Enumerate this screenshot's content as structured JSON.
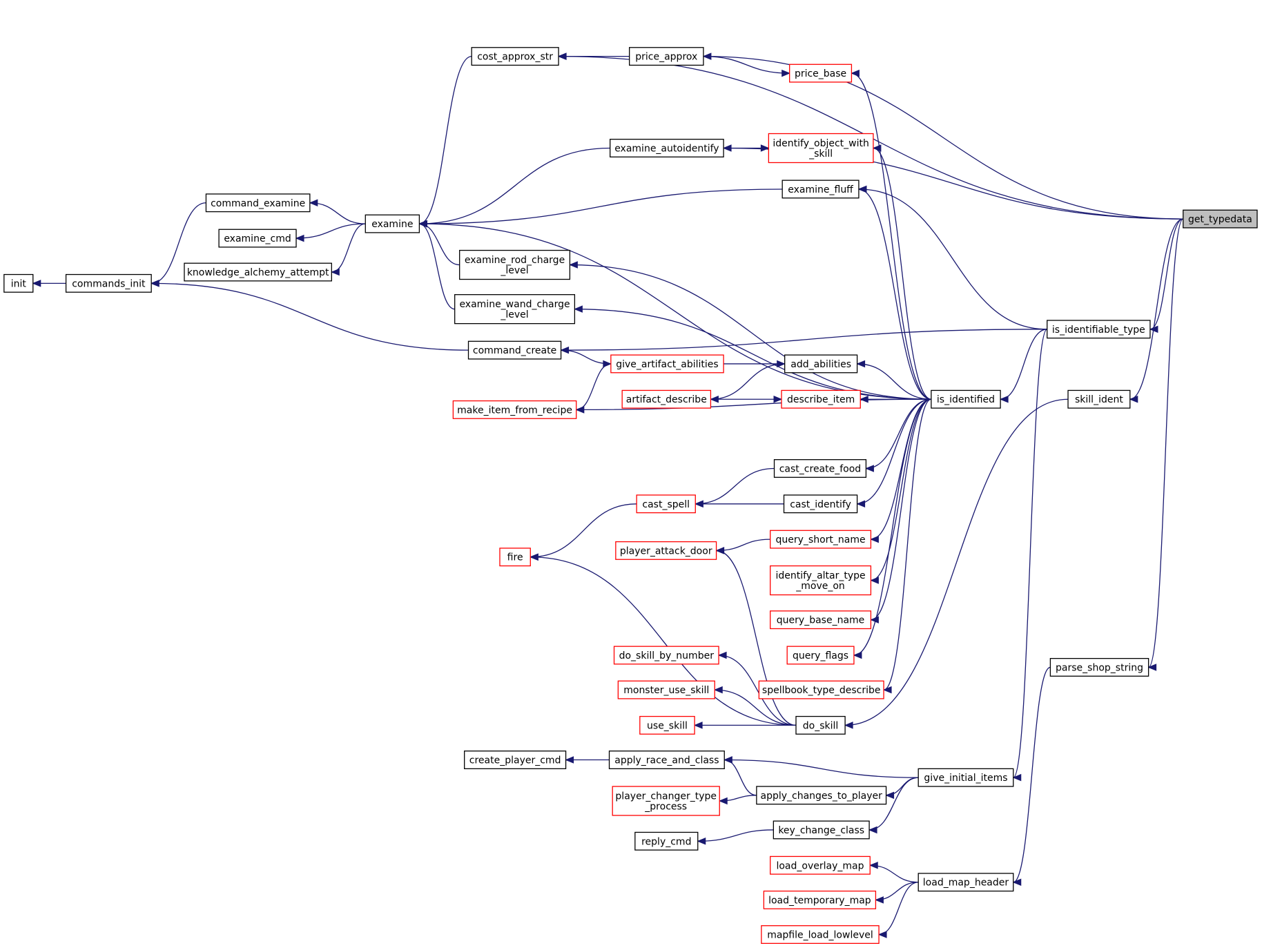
{
  "diagram": {
    "edge_color": "#191970",
    "nodes": [
      {
        "id": "get_typedata",
        "lines": [
          "get_typedata"
        ],
        "style": "highlight"
      },
      {
        "id": "cost_approx_str",
        "lines": [
          "cost_approx_str"
        ],
        "style": "black"
      },
      {
        "id": "price_approx",
        "lines": [
          "price_approx"
        ],
        "style": "black"
      },
      {
        "id": "price_base",
        "lines": [
          "price_base"
        ],
        "style": "red"
      },
      {
        "id": "examine_autoidentify",
        "lines": [
          "examine_autoidentify"
        ],
        "style": "black"
      },
      {
        "id": "identify_object_with_skill",
        "lines": [
          "identify_object_with",
          "_skill"
        ],
        "style": "red"
      },
      {
        "id": "command_examine",
        "lines": [
          "command_examine"
        ],
        "style": "black"
      },
      {
        "id": "examine_fluff",
        "lines": [
          "examine_fluff"
        ],
        "style": "black"
      },
      {
        "id": "examine",
        "lines": [
          "examine"
        ],
        "style": "black"
      },
      {
        "id": "examine_cmd",
        "lines": [
          "examine_cmd"
        ],
        "style": "black"
      },
      {
        "id": "knowledge_alchemy_attempt",
        "lines": [
          "knowledge_alchemy_attempt"
        ],
        "style": "black"
      },
      {
        "id": "init",
        "lines": [
          "init"
        ],
        "style": "black"
      },
      {
        "id": "commands_init",
        "lines": [
          "commands_init"
        ],
        "style": "black"
      },
      {
        "id": "examine_rod_charge_level",
        "lines": [
          "examine_rod_charge",
          "_level"
        ],
        "style": "black"
      },
      {
        "id": "examine_wand_charge_level",
        "lines": [
          "examine_wand_charge",
          "_level"
        ],
        "style": "black"
      },
      {
        "id": "is_identifiable_type",
        "lines": [
          "is_identifiable_type"
        ],
        "style": "black"
      },
      {
        "id": "command_create",
        "lines": [
          "command_create"
        ],
        "style": "black"
      },
      {
        "id": "give_artifact_abilities",
        "lines": [
          "give_artifact_abilities"
        ],
        "style": "red"
      },
      {
        "id": "add_abilities",
        "lines": [
          "add_abilities"
        ],
        "style": "black"
      },
      {
        "id": "skill_ident",
        "lines": [
          "skill_ident"
        ],
        "style": "black"
      },
      {
        "id": "artifact_describe",
        "lines": [
          "artifact_describe"
        ],
        "style": "red"
      },
      {
        "id": "describe_item",
        "lines": [
          "describe_item"
        ],
        "style": "red"
      },
      {
        "id": "is_identified",
        "lines": [
          "is_identified"
        ],
        "style": "black"
      },
      {
        "id": "make_item_from_recipe",
        "lines": [
          "make_item_from_recipe"
        ],
        "style": "red"
      },
      {
        "id": "cast_create_food",
        "lines": [
          "cast_create_food"
        ],
        "style": "black"
      },
      {
        "id": "cast_spell",
        "lines": [
          "cast_spell"
        ],
        "style": "red"
      },
      {
        "id": "cast_identify",
        "lines": [
          "cast_identify"
        ],
        "style": "black"
      },
      {
        "id": "query_short_name",
        "lines": [
          "query_short_name"
        ],
        "style": "red"
      },
      {
        "id": "fire",
        "lines": [
          "fire"
        ],
        "style": "red"
      },
      {
        "id": "player_attack_door",
        "lines": [
          "player_attack_door"
        ],
        "style": "red"
      },
      {
        "id": "identify_altar_type_move_on",
        "lines": [
          "identify_altar_type",
          "_move_on"
        ],
        "style": "red"
      },
      {
        "id": "query_base_name",
        "lines": [
          "query_base_name"
        ],
        "style": "red"
      },
      {
        "id": "do_skill_by_number",
        "lines": [
          "do_skill_by_number"
        ],
        "style": "red"
      },
      {
        "id": "query_flags",
        "lines": [
          "query_flags"
        ],
        "style": "red"
      },
      {
        "id": "parse_shop_string",
        "lines": [
          "parse_shop_string"
        ],
        "style": "black"
      },
      {
        "id": "monster_use_skill",
        "lines": [
          "monster_use_skill"
        ],
        "style": "red"
      },
      {
        "id": "spellbook_type_describe",
        "lines": [
          "spellbook_type_describe"
        ],
        "style": "red"
      },
      {
        "id": "use_skill",
        "lines": [
          "use_skill"
        ],
        "style": "red"
      },
      {
        "id": "do_skill",
        "lines": [
          "do_skill"
        ],
        "style": "black"
      },
      {
        "id": "create_player_cmd",
        "lines": [
          "create_player_cmd"
        ],
        "style": "black"
      },
      {
        "id": "apply_race_and_class",
        "lines": [
          "apply_race_and_class"
        ],
        "style": "black"
      },
      {
        "id": "give_initial_items",
        "lines": [
          "give_initial_items"
        ],
        "style": "black"
      },
      {
        "id": "player_changer_type_process",
        "lines": [
          "player_changer_type",
          "_process"
        ],
        "style": "red"
      },
      {
        "id": "apply_changes_to_player",
        "lines": [
          "apply_changes_to_player"
        ],
        "style": "black"
      },
      {
        "id": "key_change_class",
        "lines": [
          "key_change_class"
        ],
        "style": "black"
      },
      {
        "id": "reply_cmd",
        "lines": [
          "reply_cmd"
        ],
        "style": "black"
      },
      {
        "id": "load_overlay_map",
        "lines": [
          "load_overlay_map"
        ],
        "style": "red"
      },
      {
        "id": "load_map_header",
        "lines": [
          "load_map_header"
        ],
        "style": "black"
      },
      {
        "id": "load_temporary_map",
        "lines": [
          "load_temporary_map"
        ],
        "style": "red"
      },
      {
        "id": "mapfile_load_lowlevel",
        "lines": [
          "mapfile_load_lowlevel"
        ],
        "style": "red"
      }
    ],
    "edges": [
      {
        "from": "cost_approx_str",
        "to": "get_typedata"
      },
      {
        "from": "price_approx",
        "to": "get_typedata"
      },
      {
        "from": "examine_autoidentify",
        "to": "get_typedata"
      },
      {
        "from": "is_identifiable_type",
        "to": "get_typedata"
      },
      {
        "from": "skill_ident",
        "to": "get_typedata"
      },
      {
        "from": "parse_shop_string",
        "to": "get_typedata"
      },
      {
        "from": "cost_approx_str",
        "to": "price_approx"
      },
      {
        "from": "price_base",
        "to": "price_approx"
      },
      {
        "from": "examine",
        "to": "cost_approx_str"
      },
      {
        "from": "examine",
        "to": "examine_autoidentify"
      },
      {
        "from": "identify_object_with_skill",
        "to": "examine_autoidentify"
      },
      {
        "from": "examine",
        "to": "examine_fluff"
      },
      {
        "from": "command_examine",
        "to": "examine"
      },
      {
        "from": "examine_cmd",
        "to": "examine"
      },
      {
        "from": "knowledge_alchemy_attempt",
        "to": "examine"
      },
      {
        "from": "commands_init",
        "to": "command_examine"
      },
      {
        "from": "init",
        "to": "commands_init"
      },
      {
        "from": "examine",
        "to": "examine_rod_charge_level"
      },
      {
        "from": "examine",
        "to": "examine_wand_charge_level"
      },
      {
        "from": "commands_init",
        "to": "command_create"
      },
      {
        "from": "command_create",
        "to": "is_identifiable_type"
      },
      {
        "from": "examine_fluff",
        "to": "is_identifiable_type"
      },
      {
        "from": "is_identified",
        "to": "is_identifiable_type"
      },
      {
        "from": "give_initial_items",
        "to": "is_identifiable_type"
      },
      {
        "from": "give_artifact_abilities",
        "to": "command_create"
      },
      {
        "from": "add_abilities",
        "to": "give_artifact_abilities"
      },
      {
        "from": "make_item_from_recipe",
        "to": "give_artifact_abilities"
      },
      {
        "from": "artifact_describe",
        "to": "add_abilities"
      },
      {
        "from": "describe_item",
        "to": "artifact_describe"
      },
      {
        "from": "price_base",
        "to": "is_identified"
      },
      {
        "from": "identify_object_with_skill",
        "to": "is_identified"
      },
      {
        "from": "examine_fluff",
        "to": "is_identified"
      },
      {
        "from": "examine",
        "to": "is_identified"
      },
      {
        "from": "examine_rod_charge_level",
        "to": "is_identified"
      },
      {
        "from": "examine_wand_charge_level",
        "to": "is_identified"
      },
      {
        "from": "add_abilities",
        "to": "is_identified"
      },
      {
        "from": "describe_item",
        "to": "is_identified"
      },
      {
        "from": "make_item_from_recipe",
        "to": "is_identified"
      },
      {
        "from": "cast_create_food",
        "to": "is_identified"
      },
      {
        "from": "cast_identify",
        "to": "is_identified"
      },
      {
        "from": "query_short_name",
        "to": "is_identified"
      },
      {
        "from": "identify_altar_type_move_on",
        "to": "is_identified"
      },
      {
        "from": "query_base_name",
        "to": "is_identified"
      },
      {
        "from": "query_flags",
        "to": "is_identified"
      },
      {
        "from": "spellbook_type_describe",
        "to": "is_identified"
      },
      {
        "from": "do_skill",
        "to": "skill_ident"
      },
      {
        "from": "cast_spell",
        "to": "cast_create_food"
      },
      {
        "from": "cast_spell",
        "to": "cast_identify"
      },
      {
        "from": "fire",
        "to": "cast_spell"
      },
      {
        "from": "player_attack_door",
        "to": "query_short_name"
      },
      {
        "from": "fire",
        "to": "do_skill"
      },
      {
        "from": "player_attack_door",
        "to": "do_skill"
      },
      {
        "from": "do_skill_by_number",
        "to": "do_skill"
      },
      {
        "from": "monster_use_skill",
        "to": "do_skill"
      },
      {
        "from": "use_skill",
        "to": "do_skill"
      },
      {
        "from": "load_map_header",
        "to": "parse_shop_string"
      },
      {
        "from": "create_player_cmd",
        "to": "apply_race_and_class"
      },
      {
        "from": "apply_race_and_class",
        "to": "give_initial_items"
      },
      {
        "from": "apply_race_and_class",
        "to": "apply_changes_to_player"
      },
      {
        "from": "player_changer_type_process",
        "to": "apply_changes_to_player"
      },
      {
        "from": "apply_changes_to_player",
        "to": "give_initial_items"
      },
      {
        "from": "key_change_class",
        "to": "give_initial_items"
      },
      {
        "from": "reply_cmd",
        "to": "key_change_class"
      },
      {
        "from": "load_overlay_map",
        "to": "load_map_header"
      },
      {
        "from": "load_temporary_map",
        "to": "load_map_header"
      },
      {
        "from": "mapfile_load_lowlevel",
        "to": "load_map_header"
      }
    ]
  }
}
